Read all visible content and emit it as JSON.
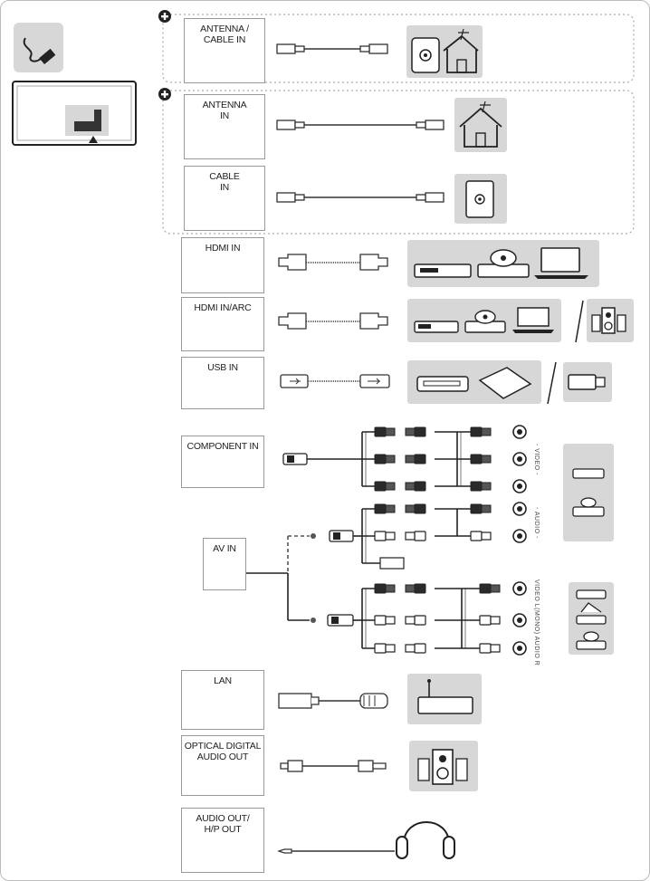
{
  "ports": {
    "antenna_cable": "ANTENNA /\nCABLE IN",
    "antenna": "ANTENNA\nIN",
    "cable": "CABLE\nIN",
    "hdmi": "HDMI IN",
    "hdmi_arc": "HDMI IN/ARC",
    "usb": "USB IN",
    "component": "COMPONENT IN",
    "av": "AV IN",
    "lan": "LAN",
    "optical": "OPTICAL DIGITAL\nAUDIO OUT",
    "audio_out": "AUDIO OUT/\nH/P OUT"
  },
  "side_labels": {
    "component_video": "- VIDEO -",
    "component_audio": "- AUDIO -",
    "av_labels": "VIDEO  L(MONO) AUDIO R"
  },
  "icons": [
    "plus-icon",
    "cable-plug-icon",
    "tv-rear-icon",
    "antenna-house-icon",
    "wall-socket-icon",
    "set-top-box-icon",
    "dvd-player-icon",
    "laptop-icon",
    "speaker-icon",
    "usb-stick-icon",
    "hard-drive-icon",
    "router-icon",
    "headphones-icon"
  ],
  "colors": {
    "panel_gray": "#d7d7d7",
    "plug_dark": "#2a2a2a",
    "outline": "#999999"
  }
}
